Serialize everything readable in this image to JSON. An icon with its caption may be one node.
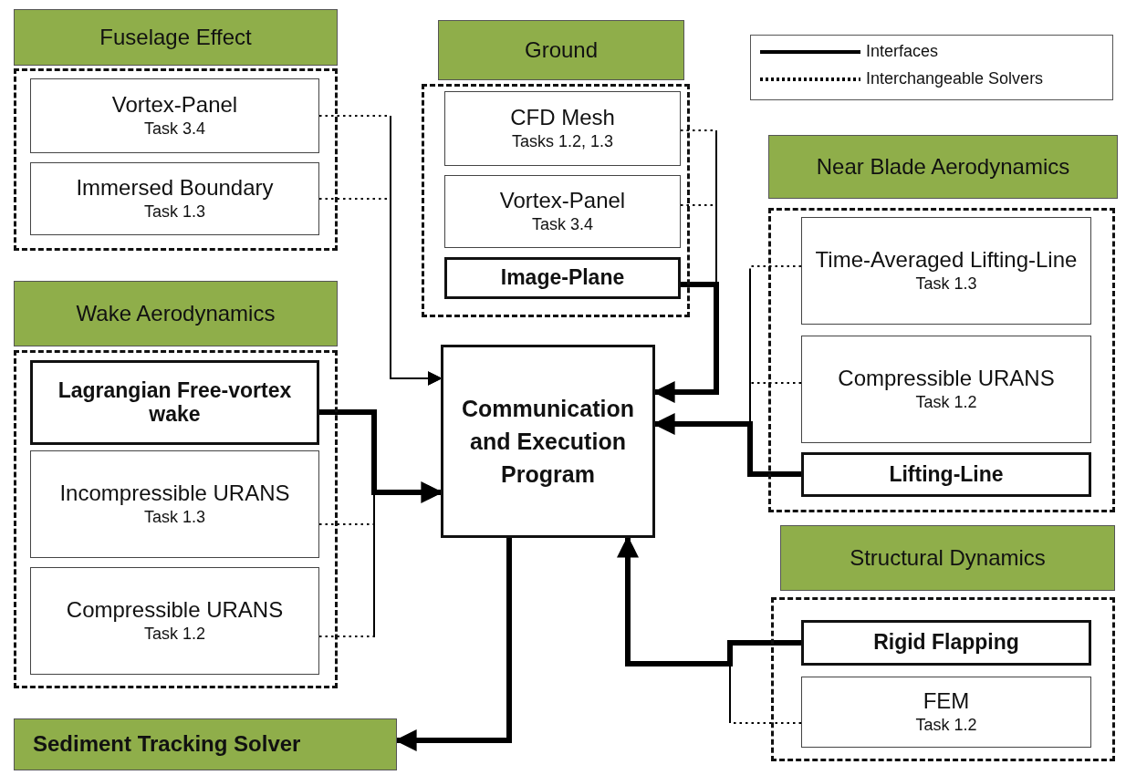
{
  "diagram": {
    "nodes": [
      {
        "text": [
          "Fuselage Effect"
        ]
      },
      {
        "text": [
          "Vortex-Panel",
          "Task 3.4"
        ],
        "in": 0
      },
      {
        "text": [
          "Immersed Boundary",
          "Task 1.3"
        ],
        "in": 0
      },
      {
        "text": [
          "Ground"
        ]
      },
      {
        "text": [
          "CFD Mesh",
          "Tasks 1.2, 1.3"
        ],
        "in": 3
      },
      {
        "text": [
          "Vortex-Panel",
          "Task 3.4"
        ],
        "in": 3
      },
      {
        "text": [
          "Image-Plane"
        ],
        "in": 3
      },
      {
        "text": [
          "Wake Aerodynamics"
        ]
      },
      {
        "text": [
          "Lagrangian Free-vortex wake"
        ],
        "in": 7
      },
      {
        "text": [
          "Incompressible URANS",
          "Task 1.3"
        ],
        "in": 7
      },
      {
        "text": [
          "Compressible URANS",
          "Task 1.2"
        ],
        "in": 7
      },
      {
        "text": [
          "Near Blade Aerodynamics"
        ]
      },
      {
        "text": [
          "Time-Averaged Lifting-Line",
          "Task 1.3"
        ],
        "in": 11
      },
      {
        "text": [
          "Compressible URANS",
          "Task 1.2"
        ],
        "in": 11
      },
      {
        "text": [
          "Lifting-Line"
        ],
        "in": 11
      },
      {
        "text": [
          "Communication and Execution Program"
        ]
      },
      {
        "text": [
          "Structural Dynamics"
        ]
      },
      {
        "text": [
          "Rigid Flapping"
        ],
        "in": 16
      },
      {
        "text": [
          "FEM",
          "Task 1.2"
        ],
        "in": 16
      },
      {
        "text": [
          "Sediment Tracking Solver"
        ]
      }
    ],
    "edges": [
      {
        "from": 1,
        "to": 15,
        "arrow": "to",
        "style": "dashed"
      },
      {
        "from": 2,
        "to": 15,
        "arrow": "to",
        "style": "dashed"
      },
      {
        "from": 4,
        "to": 15,
        "arrow": "to",
        "style": "dashed"
      },
      {
        "from": 5,
        "to": 15,
        "arrow": "to",
        "style": "dashed"
      },
      {
        "from": 6,
        "to": 15,
        "arrow": "to",
        "style": "thick"
      },
      {
        "from": 8,
        "to": 15,
        "arrow": "to",
        "style": "thick"
      },
      {
        "from": 9,
        "to": 15,
        "arrow": "to",
        "style": "dashed"
      },
      {
        "from": 10,
        "to": 15,
        "arrow": "to",
        "style": "dashed"
      },
      {
        "from": 12,
        "to": 15,
        "arrow": "to",
        "style": "dashed"
      },
      {
        "from": 13,
        "to": 15,
        "arrow": "to",
        "style": "dashed"
      },
      {
        "from": 14,
        "to": 15,
        "arrow": "to",
        "style": "thick"
      },
      {
        "from": 17,
        "to": 15,
        "arrow": "to",
        "style": "thick"
      },
      {
        "from": 18,
        "to": 15,
        "arrow": "to",
        "style": "dashed"
      },
      {
        "from": 15,
        "to": 19,
        "arrow": "to",
        "style": "thick"
      }
    ],
    "legend": [
      {
        "text": "Interfaces"
      },
      {
        "text": "Interchangeable Solvers"
      }
    ]
  }
}
